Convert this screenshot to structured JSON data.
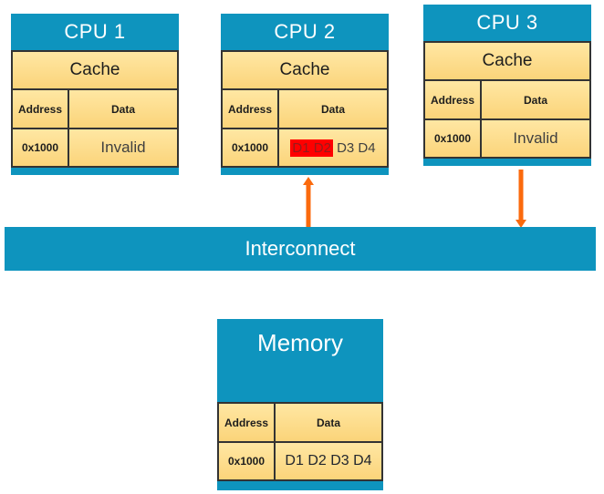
{
  "colors": {
    "blue": "#0E94BE",
    "cache_yellow_top": "#FFE7A3",
    "cache_yellow_bottom": "#FBD47A",
    "border": "#333333",
    "arrow_orange": "#FB6A0D",
    "highlight_red": "#FF0000",
    "highlight_text": "#951C1C",
    "dim_text": "#404040"
  },
  "cpus": [
    {
      "title": "CPU 1",
      "cache_label": "Cache",
      "col_address": "Address",
      "col_data": "Data",
      "address": "0x1000",
      "data": "Invalid"
    },
    {
      "title": "CPU 2",
      "cache_label": "Cache",
      "col_address": "Address",
      "col_data": "Data",
      "address": "0x1000",
      "data_highlight": "D1 D2",
      "data_rest": " D3 D4"
    },
    {
      "title": "CPU 3",
      "cache_label": "Cache",
      "col_address": "Address",
      "col_data": "Data",
      "address": "0x1000",
      "data": "Invalid"
    }
  ],
  "arrows": [
    {
      "name": "cpu2-to-interconnect",
      "direction": "up"
    },
    {
      "name": "cpu3-to-interconnect",
      "direction": "down"
    }
  ],
  "interconnect": {
    "label": "Interconnect"
  },
  "memory": {
    "title": "Memory",
    "col_address": "Address",
    "col_data": "Data",
    "address": "0x1000",
    "data": "D1 D2 D3 D4"
  }
}
